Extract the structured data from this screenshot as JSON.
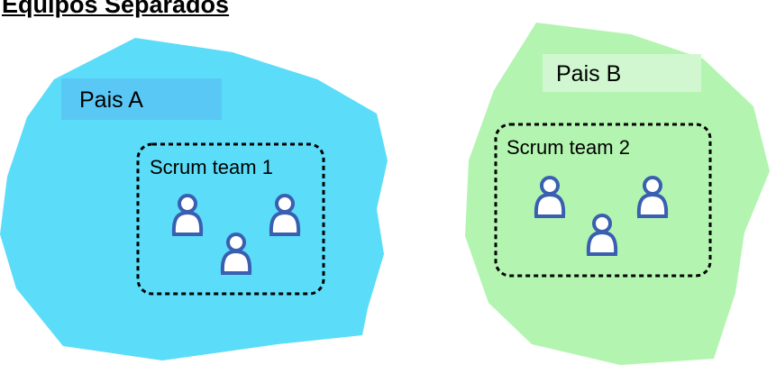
{
  "title": "Equipos Separados",
  "regions": [
    {
      "label": "Pais A",
      "team_label": "Scrum team 1",
      "fill": "#5bdcf8",
      "label_bg": "#5ac8f5"
    },
    {
      "label": "Pais B",
      "team_label": "Scrum team 2",
      "fill": "#b3f5b0",
      "label_bg": "#d0f7d0"
    }
  ],
  "colors": {
    "person_outline": "#3a5fb0",
    "person_fill": "#ffffff",
    "team_border": "#000000"
  },
  "icons": [
    "person-icon"
  ]
}
